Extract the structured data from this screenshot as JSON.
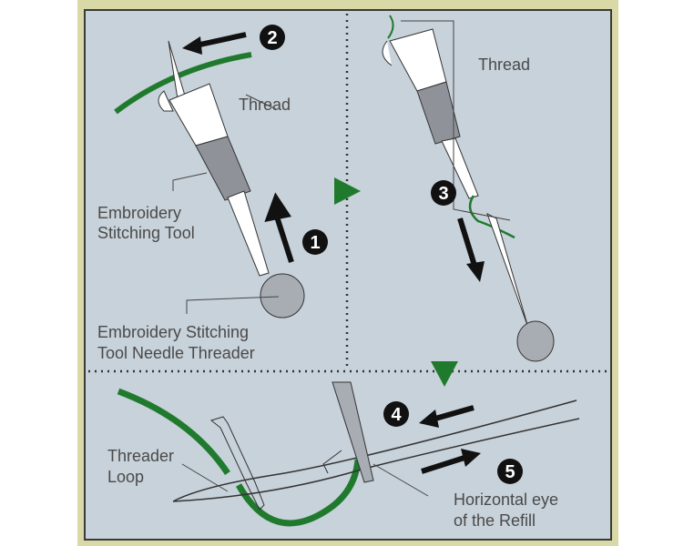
{
  "labels": {
    "thread_top_left": "Thread",
    "thread_top_right": "Thread",
    "tool_line1": "Embroidery",
    "tool_line2": "Stitching Tool",
    "threader_line1": "Embroidery Stitching",
    "threader_line2": "Tool Needle Threader",
    "loop_line1": "Threader",
    "loop_line2": "Loop",
    "eye_line1": "Horizontal eye",
    "eye_line2": "of the Refill"
  },
  "steps": [
    "1",
    "2",
    "3",
    "4",
    "5"
  ],
  "colors": {
    "thread": "#1f7a2e",
    "panel": "#c8d2da",
    "frame": "#d9d9a8",
    "marker": "#1f7a2e"
  }
}
